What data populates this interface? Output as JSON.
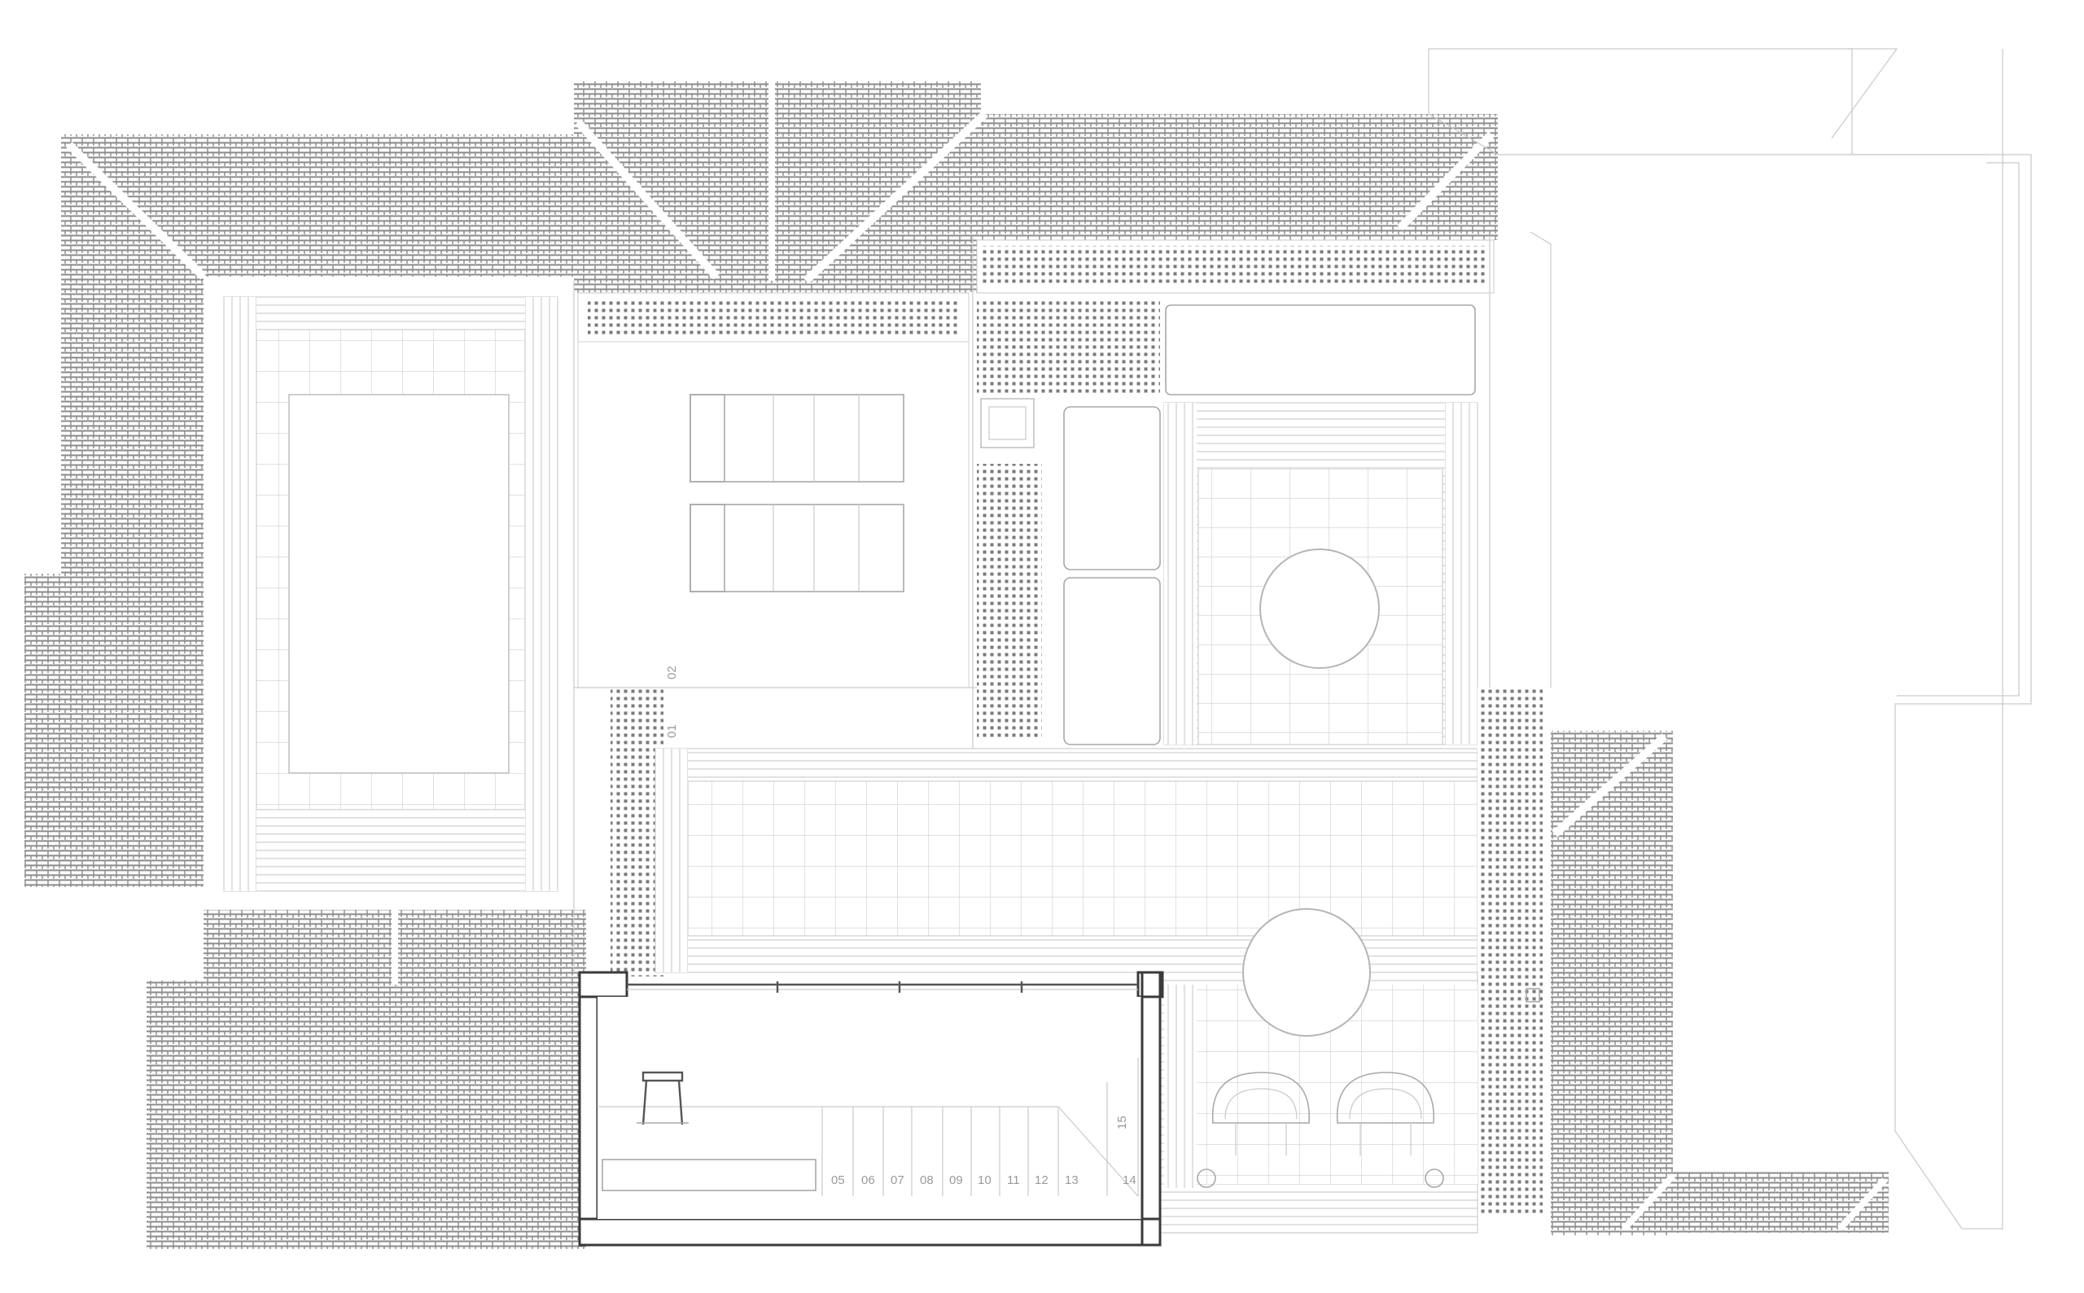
{
  "drawing": {
    "stair_steps": [
      "05",
      "06",
      "07",
      "08",
      "09",
      "10",
      "11",
      "12",
      "13",
      "14",
      "15"
    ],
    "level_marks": [
      "01",
      "02"
    ],
    "colors": {
      "roof_tile": "#7a7a7a",
      "grating": "#6e6e6e",
      "deck_line": "#c4c4c4",
      "paving_line": "#cfcfcf",
      "section_wall": "#3a3a3a"
    }
  }
}
